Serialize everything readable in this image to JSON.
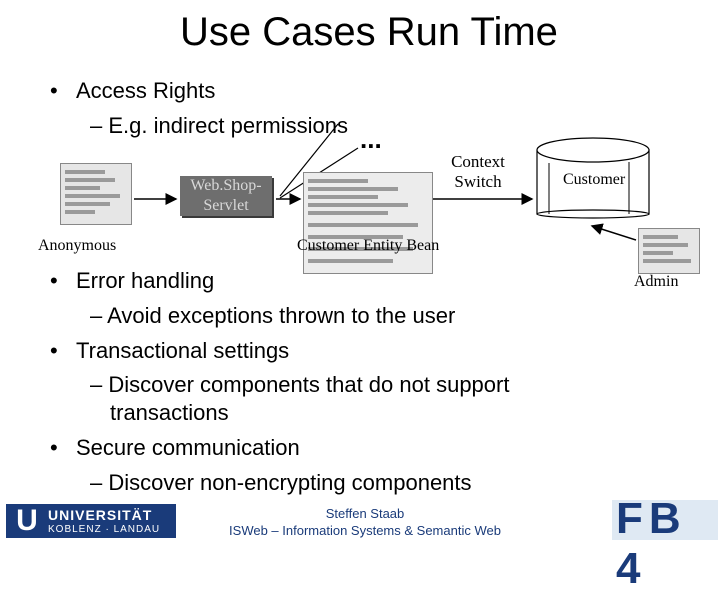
{
  "title": "Use Cases Run Time",
  "bullets": {
    "access_rights": "Access Rights",
    "access_sub": "– E.g. indirect permissions",
    "ellipsis": "...",
    "error_handling": "Error handling",
    "error_sub": "– Avoid exceptions thrown to the user",
    "transactional": "Transactional settings",
    "transactional_sub_1": "– Discover components that do not support",
    "transactional_sub_2": "transactions",
    "secure": "Secure communication",
    "secure_sub": "– Discover non-encrypting components"
  },
  "diagram": {
    "anonymous": "Anonymous",
    "servlet_line1": "Web.Shop-",
    "servlet_line2": "Servlet",
    "context_line1": "Context",
    "context_line2": "Switch",
    "customer_db": "Customer",
    "entity_bean": "Customer Entity Bean",
    "admin": "Admin"
  },
  "footer": {
    "university_line1": "UNIVERSITÄT",
    "university_line2": "KOBLENZ · LANDAU",
    "author": "Steffen Staab",
    "group": "ISWeb – Information Systems & Semantic Web",
    "logo": "FB 4"
  },
  "colors": {
    "brand_blue": "#1a3b7a",
    "servlet_gray": "#6e6e6e"
  }
}
